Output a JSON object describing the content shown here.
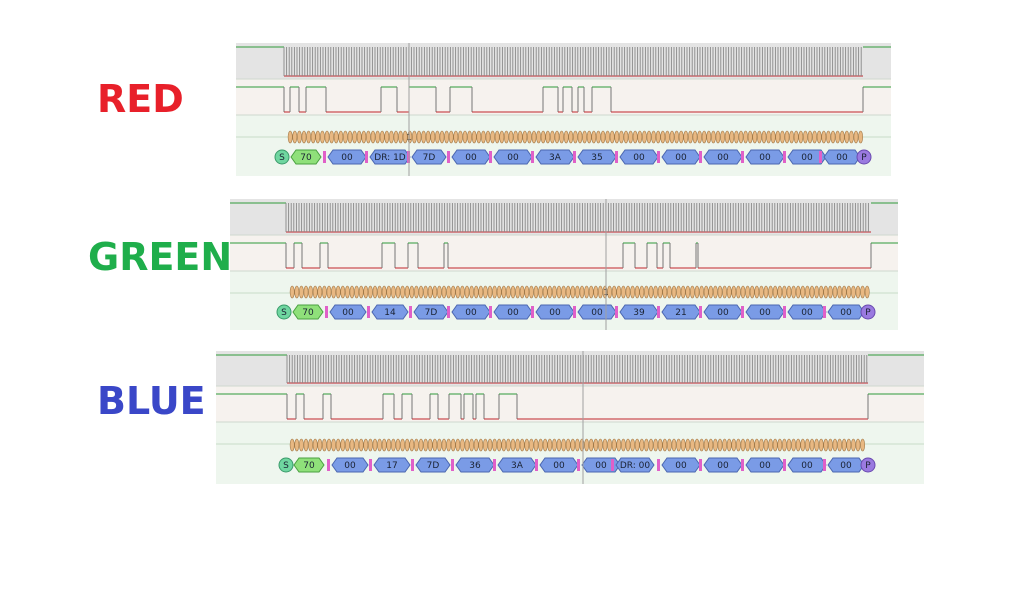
{
  "captures": [
    {
      "label": "RED",
      "label_color": "#e8202a",
      "start": "S",
      "address": "70",
      "bytes": [
        "00",
        "DR: 1D",
        "7D",
        "00",
        "00",
        "3A",
        "35",
        "00",
        "00",
        "00",
        "00",
        "00",
        "00"
      ],
      "stop": "P",
      "ack_marker_text": "1"
    },
    {
      "label": "GREEN",
      "label_color": "#1fae4b",
      "start": "S",
      "address": "70",
      "bytes": [
        "00",
        "14",
        "7D",
        "00",
        "00",
        "00",
        "00",
        "39",
        "21",
        "00",
        "00",
        "00",
        "00"
      ],
      "stop": "P",
      "ack_marker_text": "1"
    },
    {
      "label": "BLUE",
      "label_color": "#3a47c8",
      "start": "S",
      "address": "70",
      "bytes": [
        "00",
        "17",
        "7D",
        "36",
        "3A",
        "00",
        "00",
        "DR: 00",
        "00",
        "00",
        "00",
        "00",
        "00"
      ],
      "stop": "P",
      "ack_marker_text": ""
    }
  ],
  "colors": {
    "clock_bg": "#e4e4e4",
    "data_bg": "#f6f2ee",
    "decode_bg": "#eef6ee",
    "high_line": "#2f9a3a",
    "low_line": "#c0262c",
    "pulse_line": "#888888",
    "bit_fill": "#e8b882",
    "bit_stroke": "#a27a4a",
    "byte_fill": "#7a9be6",
    "byte_stroke": "#4a66b0",
    "addr_fill": "#8fe07a",
    "addr_stroke": "#4aa040",
    "start_fill": "#6fd6a0",
    "stop_fill": "#9a7ae0",
    "ack_fill": "#e060c8"
  }
}
